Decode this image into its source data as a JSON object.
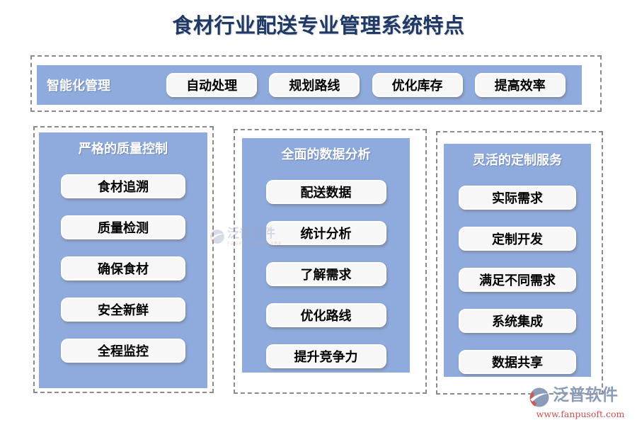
{
  "title": "食材行业配送专业管理系统特点",
  "colors": {
    "panel_blue": "#8FAADC",
    "title_navy": "#1F3864",
    "dash_gray": "#8A8A8A",
    "pill_bg": "#F7F7F7",
    "logo_blue_gray": "#8C9CB8",
    "logo_red": "#C94F4F"
  },
  "top_section": {
    "header": "智能化管理",
    "buttons": [
      "自动处理",
      "规划路线",
      "优化库存",
      "提高效率"
    ]
  },
  "columns": [
    {
      "header": "严格的质量控制",
      "buttons": [
        "食材追溯",
        "质量检测",
        "确保食材",
        "安全新鲜",
        "全程监控"
      ]
    },
    {
      "header": "全面的数据分析",
      "buttons": [
        "配送数据",
        "统计分析",
        "了解需求",
        "优化路线",
        "提升竞争力"
      ]
    },
    {
      "header": "灵活的定制服务",
      "buttons": [
        "实际需求",
        "定制开发",
        "满足不同需求",
        "系统集成",
        "数据共享"
      ]
    }
  ],
  "watermark": {
    "brand": "泛普软件",
    "subtitle": "FANPU SOFTWARE"
  },
  "footer_logo": {
    "brand": "泛普软件",
    "website": "www.fanpusoft.com"
  }
}
